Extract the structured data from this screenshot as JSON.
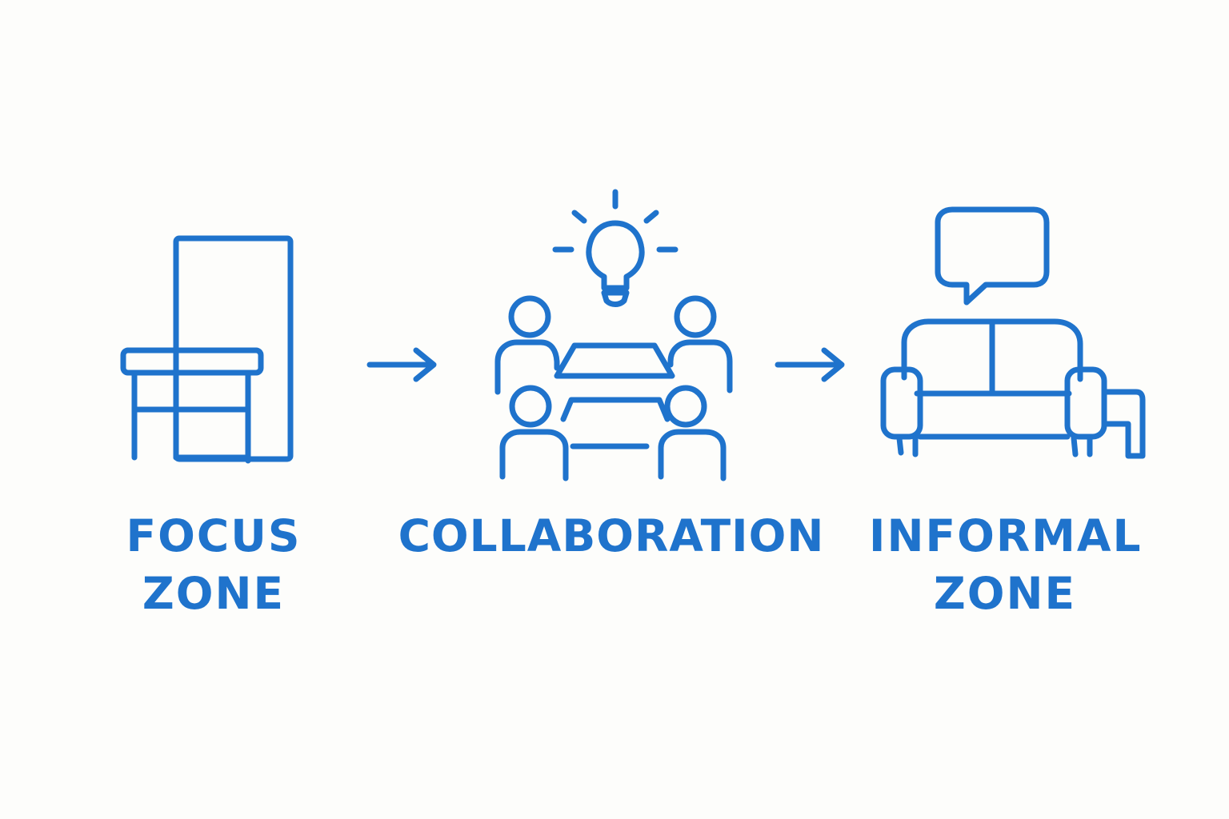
{
  "accent_color": "#1f73cc",
  "background_color": "#fdfdfb",
  "zones": [
    {
      "icon": "desk-icon",
      "lines": [
        "FOCUS",
        "ZONE"
      ]
    },
    {
      "icon": "meeting-table-icon",
      "lines": [
        "COLLABORATION"
      ]
    },
    {
      "icon": "sofa-speech-bubble-icon",
      "lines": [
        "INFORMAL",
        "ZONE"
      ]
    }
  ],
  "connectors": [
    "arrow-right-icon",
    "arrow-right-icon"
  ]
}
